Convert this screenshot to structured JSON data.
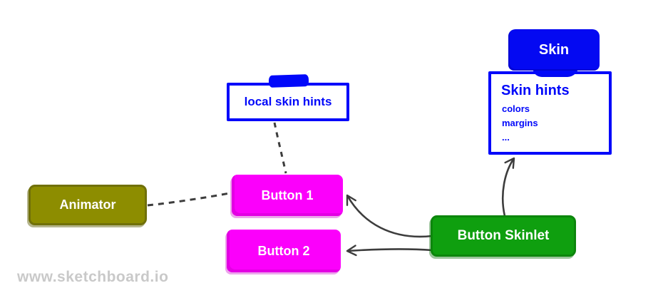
{
  "watermark": {
    "text": "www.sketchboard.io",
    "color": "#c9c9c9"
  },
  "colors": {
    "blue": "#0108fa",
    "magenta": "#fb00fb",
    "olive": "#8d8d00",
    "green": "#0f9f0f",
    "connector_gray": "#3d3d3d",
    "background": "#ffffff"
  },
  "nodes": {
    "skin": {
      "label": "Skin"
    },
    "skin_hints": {
      "title": "Skin hints",
      "items": [
        "colors",
        "margins",
        "..."
      ]
    },
    "local_skin_hints": {
      "label": "local skin hints"
    },
    "animator": {
      "label": "Animator"
    },
    "button1": {
      "label": "Button 1"
    },
    "button2": {
      "label": "Button 2"
    },
    "button_skinlet": {
      "label": "Button Skinlet"
    }
  },
  "edges": [
    {
      "from": "Animator",
      "to": "Button 1",
      "style": "dashed",
      "arrow": false
    },
    {
      "from": "local skin hints",
      "to": "Button 1",
      "style": "dashed",
      "arrow": false
    },
    {
      "from": "Button Skinlet",
      "to": "Button 1",
      "style": "solid",
      "arrow": true
    },
    {
      "from": "Button Skinlet",
      "to": "Button 2",
      "style": "solid",
      "arrow": true
    },
    {
      "from": "Button Skinlet",
      "to": "Skin hints",
      "style": "solid",
      "arrow": true
    },
    {
      "from": "Skin",
      "to": "Skin hints",
      "style": "attached",
      "arrow": false
    }
  ]
}
